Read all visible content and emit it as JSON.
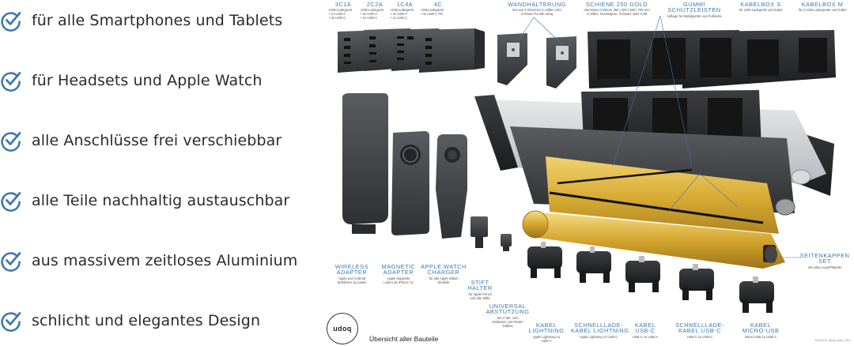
{
  "colors": {
    "check": "#3f78ae",
    "label_blue": "#3f78ae",
    "part_dark": "#3a3a3c",
    "part_mid": "#55575a",
    "rail_gold": "#d9b13b",
    "rail_silver": "#c9ccd0",
    "rail_black": "#2c2c2e"
  },
  "features": [
    {
      "text": "für alle Smartphones und Tablets",
      "icon": "check-circle-icon"
    },
    {
      "text": "für Headsets und Apple Watch",
      "icon": "check-circle-icon"
    },
    {
      "text": "alle Anschlüsse frei verschiebbar",
      "icon": "check-circle-icon"
    },
    {
      "text": "alle Teile nachhaltig austauschbar",
      "icon": "check-circle-icon"
    },
    {
      "text": "aus massivem zeitloses Aluminium",
      "icon": "check-circle-icon"
    },
    {
      "text": "schlicht und elegantes Design",
      "icon": "check-circle-icon"
    }
  ],
  "labels": {
    "c3c1a": {
      "title": "3C1A",
      "sub": "USB-Ladegerät\n• 1x USB-A\n• 3x USB-C"
    },
    "c2c2a": {
      "title": "2C2A",
      "sub": "USB-Ladegerät\n• 2x USB-A\n• 2x USB-C"
    },
    "c1c4a": {
      "title": "1C4A",
      "sub": "USB-Ladegerät\n• 4x USB-A\n• 1x USB-C"
    },
    "c4c": {
      "title": "4C",
      "sub": "USB-Ladegerät\n• 4x USB-C PD"
    },
    "wandhalterung": {
      "title": "WANDHALTERUNG",
      "sub": "Set aus 2 Klemmen in Silber oder\nSchwarz für alle udoq"
    },
    "schiene": {
      "title": "SCHIENE 250 gold",
      "sub": "Aluminium-Schiene 250 | 400 | 550 | 700 mm\nin Silber, Dunkelgrau, Schwarz oder Gold"
    },
    "gummi": {
      "title": "GUMMI SCHUTZLEISTEN",
      "sub": "Auflage für Mobilgeräte und Fußleiste"
    },
    "kabelbox_s": {
      "title": "KABELBOX S",
      "sub": "für USB-Ladegerät und Kabel"
    },
    "kabelbox_m": {
      "title": "KABELBOX M",
      "sub": "für 2 USB-Ladegeräte und Kabel"
    },
    "wireless": {
      "title": "WIRELESS\nADAPTER",
      "sub": "Apple und Android\ndrahtloser Qi Laden"
    },
    "magnetic": {
      "title": "MAGNETIC\nADAPTER",
      "sub": "Apple MagSafe\nLaden ab iPhone 12"
    },
    "watch": {
      "title": "APPLE WATCH\nCHARGER",
      "sub": "für alle Apple Watch\nModelle"
    },
    "stift": {
      "title": "STIFT\nHALTER",
      "sub": "für Apple Pencil\nund alle Stifte"
    },
    "universal": {
      "title": "UNIVERSAL\nABSTÜTZUNG",
      "sub": "Set 2 Stk. zum\nAbstützen von iPads /\nTablets"
    },
    "kabel_lightning": {
      "title": "KABEL\nLightning",
      "sub": "Apple Lightning zu\nUSB-A"
    },
    "schnell_lightning": {
      "title": "SCHNELLLADE-\nKABEL Lightning",
      "sub": "Apple Lightning zu USB-C"
    },
    "kabel_usbc": {
      "title": "KABEL\nUSB-C",
      "sub": "USB-C zu USB-A"
    },
    "schnell_usbc": {
      "title": "SCHNELLLADE-\nKABEL USB-C",
      "sub": "USB-C zu USB-C"
    },
    "kabel_micro": {
      "title": "KABEL\nMicro-USB",
      "sub": "Micro-USB zu USB-A"
    },
    "seitenkappen": {
      "title": "SEITENKAPPEN\nSet",
      "sub": "mit udoq Logo/Plakette"
    }
  },
  "logo_text": "udoq",
  "caption": "Übersicht aller Bauteile",
  "artnr": "20201119_udoq_explo_DEU"
}
